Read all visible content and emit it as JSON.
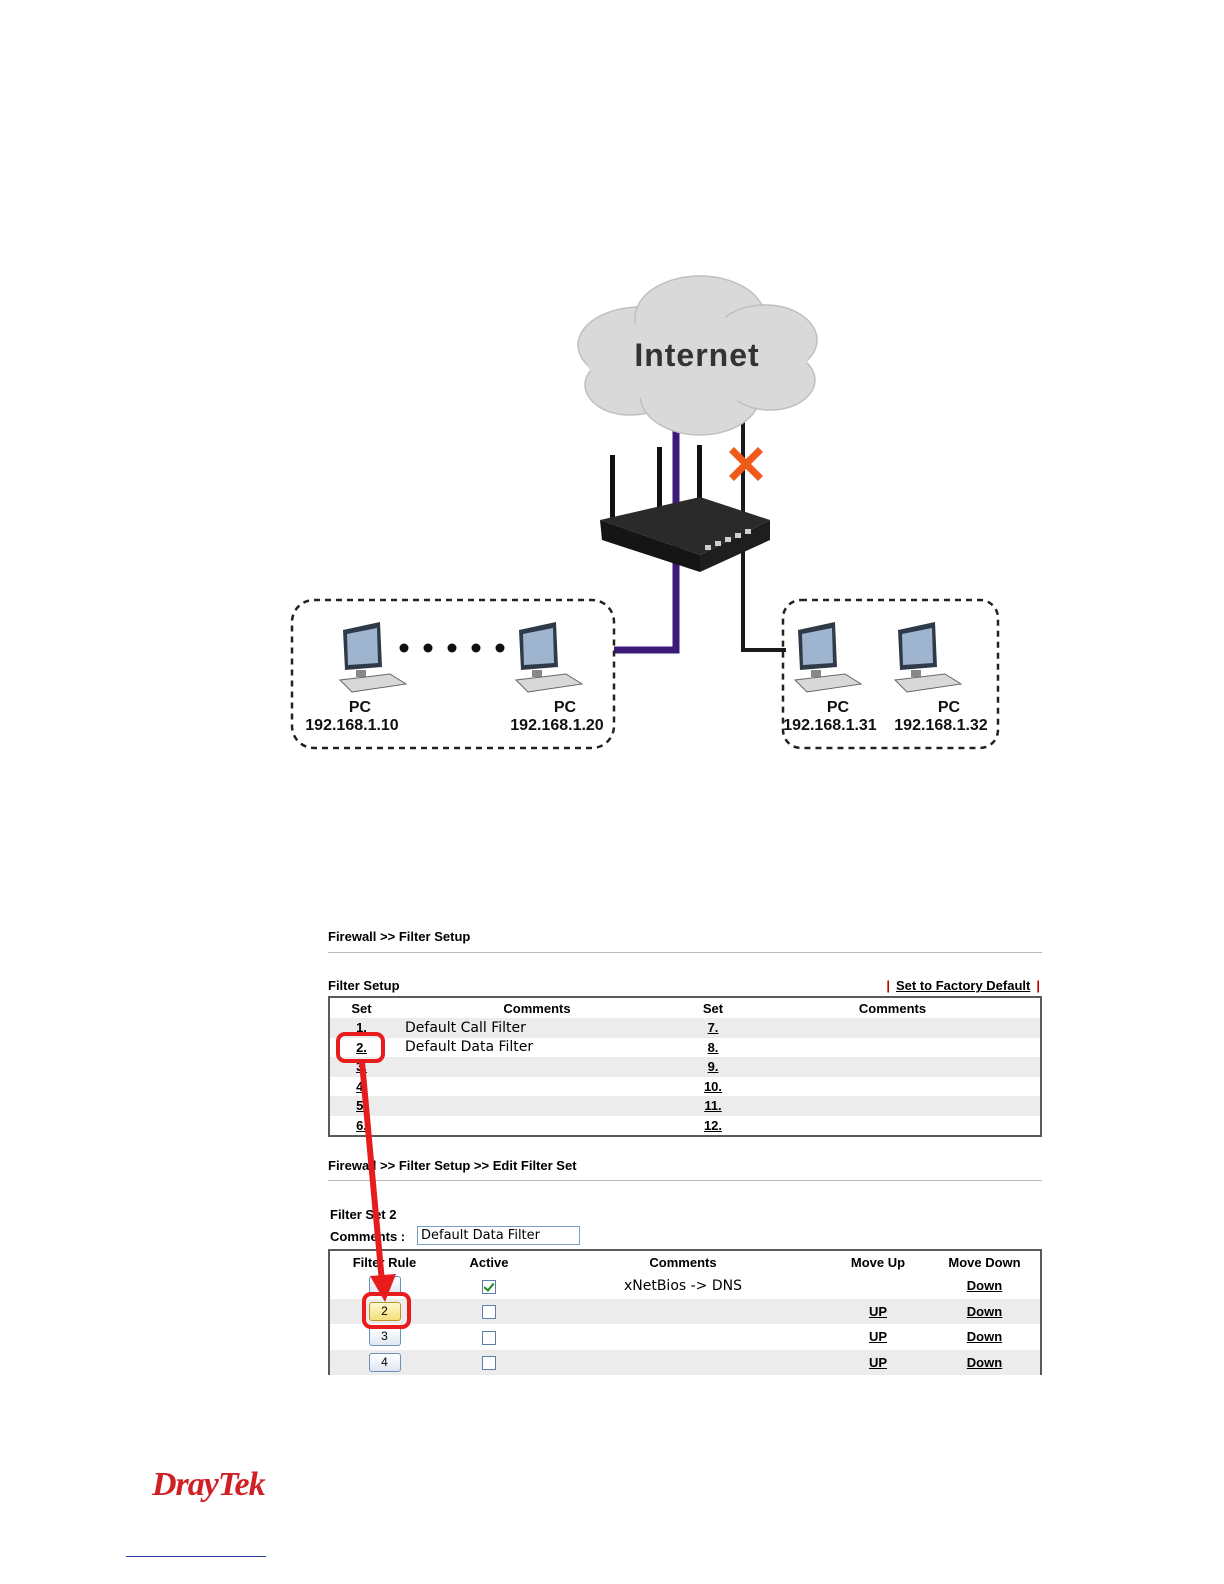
{
  "diagram": {
    "cloud_label": "Internet",
    "left_group": {
      "pc1": {
        "label": "PC",
        "ip": "192.168.1.10"
      },
      "pc2": {
        "label": "PC",
        "ip": "192.168.1.20"
      }
    },
    "right_group": {
      "pc1": {
        "label": "PC",
        "ip": "192.168.1.31"
      },
      "pc2": {
        "label": "PC",
        "ip": "192.168.1.32"
      }
    },
    "colors": {
      "allowed_line": "#3b1a78",
      "blocked_line": "#1a1a1a",
      "block_mark": "#ef5a1a",
      "highlight": "#e81c1c"
    }
  },
  "filter_setup": {
    "breadcrumb": "Firewall >> Filter Setup",
    "section_title": "Filter Setup",
    "factory_default": "Set to Factory Default",
    "headers": {
      "set": "Set",
      "comments": "Comments"
    },
    "left_rows": [
      {
        "set": "1.",
        "comment": "Default Call Filter"
      },
      {
        "set": "2.",
        "comment": "Default Data Filter"
      },
      {
        "set": "3.",
        "comment": ""
      },
      {
        "set": "4.",
        "comment": ""
      },
      {
        "set": "5.",
        "comment": ""
      },
      {
        "set": "6.",
        "comment": ""
      }
    ],
    "right_rows": [
      {
        "set": "7.",
        "comment": ""
      },
      {
        "set": "8.",
        "comment": ""
      },
      {
        "set": "9.",
        "comment": ""
      },
      {
        "set": "10.",
        "comment": ""
      },
      {
        "set": "11.",
        "comment": ""
      },
      {
        "set": "12.",
        "comment": ""
      }
    ]
  },
  "edit_filter_set": {
    "breadcrumb": "Firewall >> Filter Setup >> Edit Filter Set",
    "title": "Filter Set 2",
    "comments_label": "Comments :",
    "comments_value": "Default Data Filter",
    "headers": {
      "rule": "Filter Rule",
      "active": "Active",
      "comments": "Comments",
      "up": "Move Up",
      "down": "Move Down"
    },
    "rows": [
      {
        "rule": "1",
        "active": true,
        "comment": "xNetBios -> DNS",
        "up": "",
        "down": "Down"
      },
      {
        "rule": "2",
        "active": false,
        "comment": "",
        "up": "UP",
        "down": "Down"
      },
      {
        "rule": "3",
        "active": false,
        "comment": "",
        "up": "UP",
        "down": "Down"
      },
      {
        "rule": "4",
        "active": false,
        "comment": "",
        "up": "UP",
        "down": "Down"
      }
    ]
  },
  "footer": {
    "logo": "DrayTek"
  }
}
